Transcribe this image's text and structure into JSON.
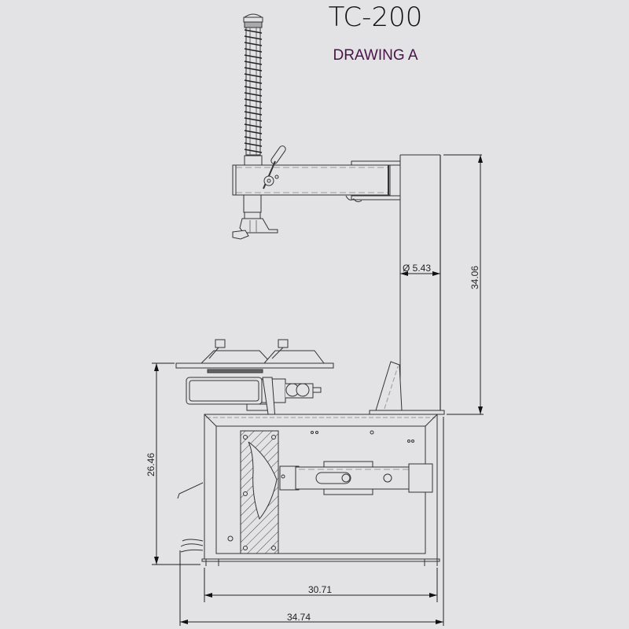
{
  "header": {
    "model": "TC-200",
    "drawing_label": "DRAWING A"
  },
  "colors": {
    "background": "#e3e3e5",
    "line": "#333333",
    "subtitle": "#4a1248"
  },
  "dimensions": {
    "post_diameter": "Ø 5.43",
    "overall_height": "34.06",
    "table_height": "26.46",
    "base_width": "30.71",
    "overall_width": "34.74"
  }
}
